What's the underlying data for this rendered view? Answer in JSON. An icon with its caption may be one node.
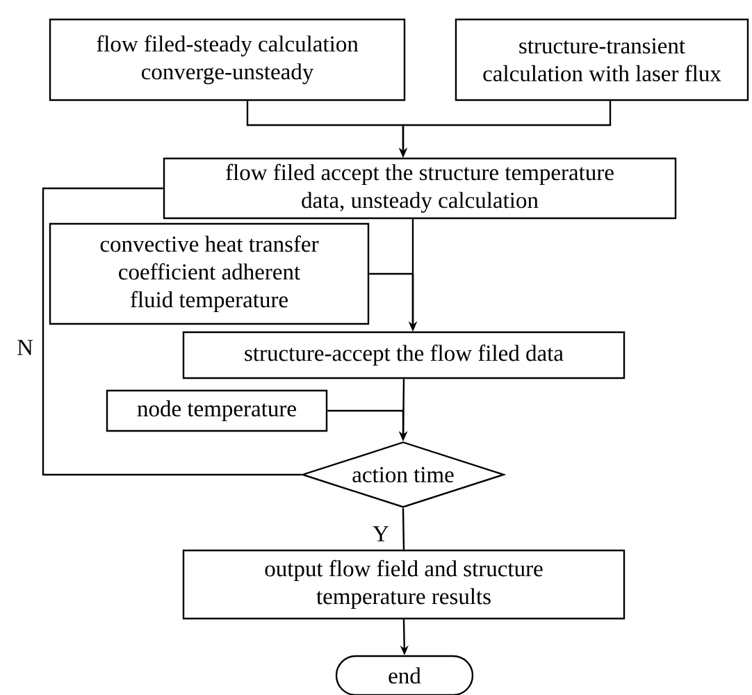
{
  "diagram": {
    "nodes": [
      {
        "text": [
          "flow filed-steady calculation converge-unsteady"
        ]
      },
      {
        "text": [
          "structure-transient calculation with laser flux"
        ]
      },
      {
        "text": [
          "flow filed accept the structure temperature data, unsteady calculation"
        ]
      },
      {
        "text": [
          "convective heat transfer coefficient adherent fluid temperature"
        ]
      },
      {
        "text": [
          "structure-accept the flow filed data"
        ]
      },
      {
        "text": [
          "node temperature"
        ]
      },
      {
        "text": [
          "action time"
        ]
      },
      {
        "text": [
          "output flow field and structure temperature results"
        ]
      },
      {
        "text": [
          "end"
        ]
      }
    ],
    "edges": [
      {
        "from": 0,
        "to": 2,
        "arrow": "to"
      },
      {
        "from": 1,
        "to": 2,
        "arrow": "to"
      },
      {
        "from": 2,
        "to": 4,
        "arrow": "to"
      },
      {
        "from": 3,
        "to": 4,
        "arrow": "to"
      },
      {
        "from": 4,
        "to": 6,
        "arrow": "to"
      },
      {
        "from": 5,
        "to": 6,
        "arrow": "to"
      },
      {
        "from": 6,
        "to": 2,
        "arrow": "none",
        "label": "N"
      },
      {
        "from": 6,
        "to": 7,
        "arrow": "none",
        "label": "Y"
      },
      {
        "from": 7,
        "to": 8,
        "arrow": "to"
      }
    ]
  }
}
